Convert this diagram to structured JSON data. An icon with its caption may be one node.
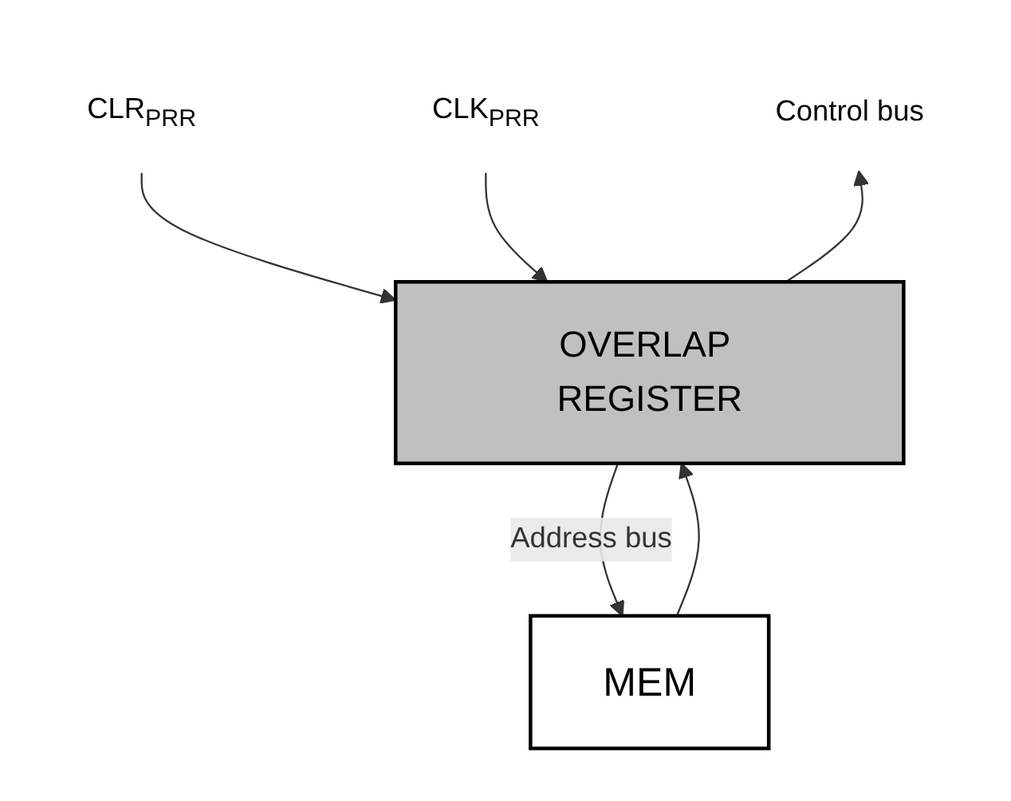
{
  "diagram": {
    "nodes": [
      {
        "text": [
          "Control bus"
        ]
      },
      {
        "text": [
          "CLR$_{PRR}$"
        ]
      },
      {
        "text": [
          "CLK$_{PRR}$"
        ]
      },
      {
        "text": [
          "OVERLAP REGISTER"
        ]
      },
      {
        "text": [
          "MEM"
        ]
      }
    ],
    "edges": [
      {
        "from": 3,
        "to": 0,
        "arrow": "to"
      },
      {
        "from": 1,
        "to": 3,
        "arrow": "to"
      },
      {
        "from": 2,
        "to": 3,
        "arrow": "to"
      },
      {
        "from": 4,
        "to": 3,
        "arrow": "to"
      },
      {
        "from": 3,
        "to": 4,
        "arrow": "to",
        "label": "Address bus"
      }
    ]
  }
}
